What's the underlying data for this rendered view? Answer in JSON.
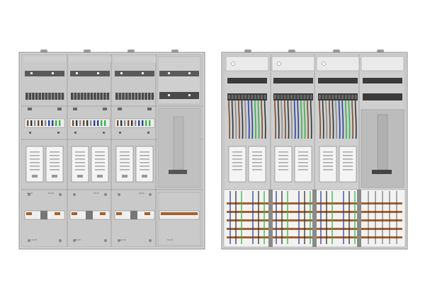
{
  "colors": {
    "background": "#ffffff",
    "housing": "#d4d4d4",
    "panel": "#c2c2c2",
    "rail": "#5a5a5a",
    "terminal": "#4a4a4a",
    "copper_bar": "#a5602b",
    "wire_earth": "#37b34a",
    "wire_blue": "#2d3f9a",
    "wire_brown": "#7a4a2e",
    "wire_black": "#333333",
    "wire_grey": "#8a8a8a",
    "meter_face": "#f4f4f4",
    "outline": "#777777"
  },
  "views": [
    {
      "name": "front-view-with-covers",
      "columns": 4,
      "meter_fields": 3,
      "icon": "closed-cabinet-icon"
    },
    {
      "name": "interior-view-wired",
      "columns": 4,
      "meter_fields": 3,
      "icon": "open-cabinet-icon"
    }
  ],
  "labels": {
    "field_tag": "XX XX",
    "bottom_tag": "XX XX"
  }
}
